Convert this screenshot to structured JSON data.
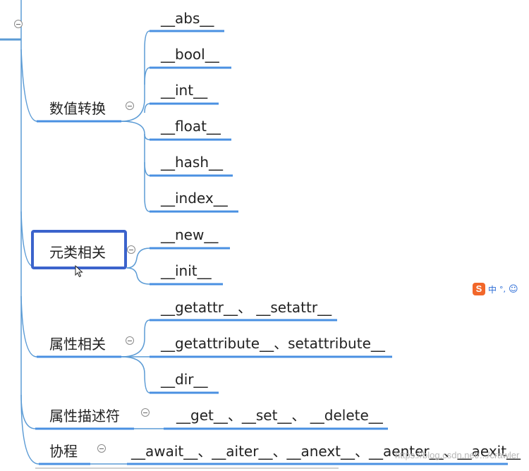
{
  "mindmap": {
    "categories": [
      {
        "label": "数值转换",
        "children": [
          "__abs__",
          "__bool__",
          "__int__",
          "__float__",
          "__hash__",
          "__index__"
        ]
      },
      {
        "label": "元类相关",
        "children": [
          "__new__",
          "__init__"
        ],
        "selected": true
      },
      {
        "label": "属性相关",
        "children": [
          "__getattr__、 __setattr__",
          "__getattribute__、setattribute__",
          "__dir__"
        ]
      },
      {
        "label": "属性描述符",
        "children": [
          "__get__、__set__、 __delete__"
        ]
      },
      {
        "label": "协程",
        "children": [
          "__await__、__aiter__、__anext__、__aenter__、__aexit__"
        ]
      }
    ]
  },
  "ime": {
    "logo": "S",
    "lang": "中",
    "punct": "°,",
    "emoji": "☺"
  },
  "watermark": "https://blog.csdn.net/.../crawler",
  "colors": {
    "edge": "#5b9bd5",
    "underline": "#4a90e2",
    "selection": "#3b63cc",
    "ime": "#f2672a"
  }
}
